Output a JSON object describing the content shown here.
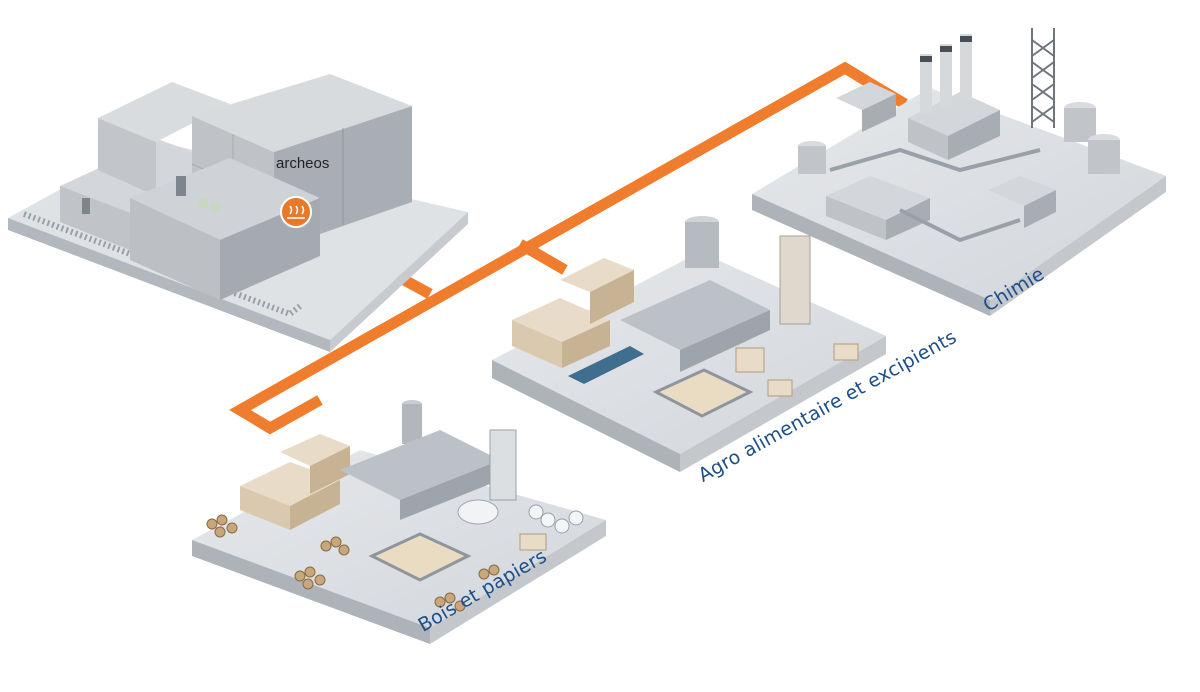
{
  "brand": {
    "name": "archeos",
    "icon": "heat-icon",
    "accent": "#e8782a"
  },
  "sites": [
    {
      "id": "bois",
      "label": "Bois et papiers"
    },
    {
      "id": "agro",
      "label": "Agro alimentaire et excipients"
    },
    {
      "id": "chimie",
      "label": "Chimie"
    }
  ],
  "colors": {
    "pipe": "#ef7d2d",
    "platform_top": "#dfe2e6",
    "platform_side": "#b7bcc3",
    "building_light": "#d3d6da",
    "building_dark": "#a8adb4",
    "label": "#1d4e89"
  }
}
